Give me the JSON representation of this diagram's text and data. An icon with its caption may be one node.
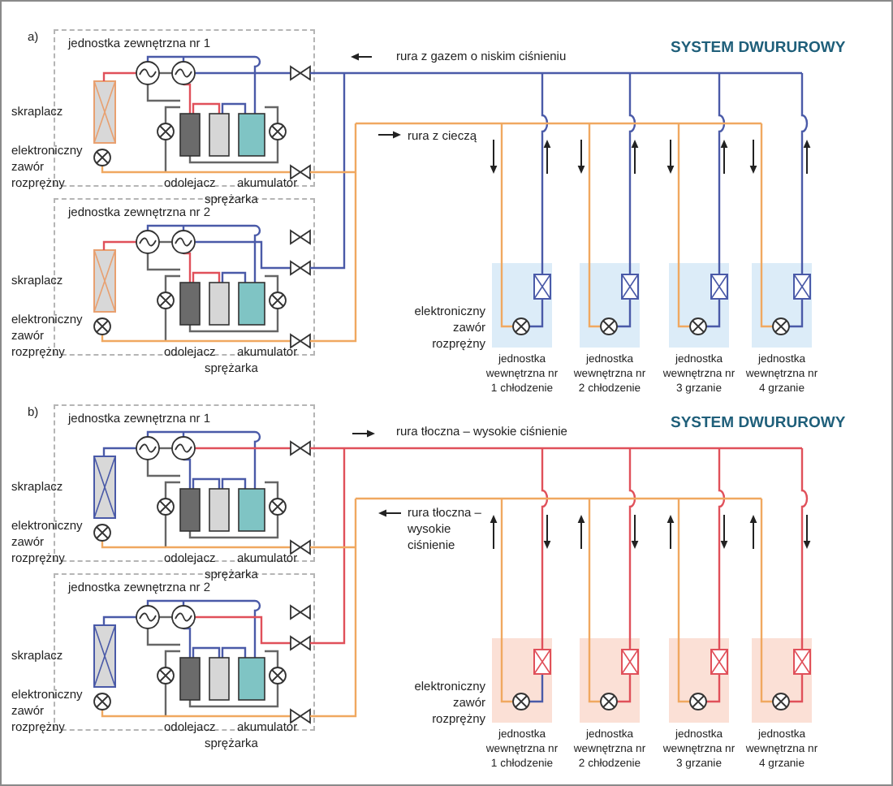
{
  "diagram": {
    "nodes": [
      {
        "text": [
          "jednostka zewnętrzna nr 1"
        ]
      },
      {
        "text": [
          "jednostka zewnętrzna nr 2"
        ]
      },
      {
        "text": [
          "jednostka wewnętrzna nr 1 chłodzenie"
        ]
      },
      {
        "text": [
          "jednostka wewnętrzna nr 2 chłodzenie"
        ]
      },
      {
        "text": [
          "jednostka wewnętrzna nr 3 grzanie"
        ]
      },
      {
        "text": [
          "jednostka wewnętrzna nr 4 grzanie"
        ]
      },
      {
        "text": [
          "jednostka zewnętrzna nr 1"
        ]
      },
      {
        "text": [
          "jednostka zewnętrzna nr 2"
        ]
      },
      {
        "text": [
          "jednostka wewnętrzna nr 1 chłodzenie"
        ]
      },
      {
        "text": [
          "jednostka wewnętrzna nr 2 chłodzenie"
        ]
      },
      {
        "text": [
          "jednostka wewnętrzna nr 3 grzanie"
        ]
      },
      {
        "text": [
          "jednostka wewnętrzna nr 4 grzanie"
        ]
      }
    ],
    "edges": [
      {
        "from": 0,
        "to": 2,
        "arrow": "none",
        "color": "#4a5aa8"
      },
      {
        "from": 0,
        "to": 3,
        "arrow": "none",
        "color": "#4a5aa8"
      },
      {
        "from": 0,
        "to": 4,
        "arrow": "none",
        "color": "#4a5aa8"
      },
      {
        "from": 0,
        "to": 5,
        "arrow": "none",
        "color": "#4a5aa8"
      },
      {
        "from": 1,
        "to": 2,
        "arrow": "none",
        "color": "#4a5aa8"
      },
      {
        "from": 1,
        "to": 3,
        "arrow": "none",
        "color": "#4a5aa8"
      },
      {
        "from": 1,
        "to": 4,
        "arrow": "none",
        "color": "#4a5aa8"
      },
      {
        "from": 1,
        "to": 5,
        "arrow": "none",
        "color": "#4a5aa8"
      },
      {
        "from": 0,
        "to": 2,
        "arrow": "none",
        "color": "#f0a860"
      },
      {
        "from": 0,
        "to": 3,
        "arrow": "none",
        "color": "#f0a860"
      },
      {
        "from": 0,
        "to": 4,
        "arrow": "none",
        "color": "#f0a860"
      },
      {
        "from": 0,
        "to": 5,
        "arrow": "none",
        "color": "#f0a860"
      },
      {
        "from": 1,
        "to": 2,
        "arrow": "none",
        "color": "#f0a860"
      },
      {
        "from": 1,
        "to": 3,
        "arrow": "none",
        "color": "#f0a860"
      },
      {
        "from": 1,
        "to": 4,
        "arrow": "none",
        "color": "#f0a860"
      },
      {
        "from": 1,
        "to": 5,
        "arrow": "none",
        "color": "#f0a860"
      },
      {
        "from": 6,
        "to": 8,
        "arrow": "none",
        "color": "#e0505a"
      },
      {
        "from": 6,
        "to": 9,
        "arrow": "none",
        "color": "#e0505a"
      },
      {
        "from": 6,
        "to": 10,
        "arrow": "none",
        "color": "#e0505a"
      },
      {
        "from": 6,
        "to": 11,
        "arrow": "none",
        "color": "#e0505a"
      },
      {
        "from": 7,
        "to": 8,
        "arrow": "none",
        "color": "#e0505a"
      },
      {
        "from": 7,
        "to": 9,
        "arrow": "none",
        "color": "#e0505a"
      },
      {
        "from": 7,
        "to": 10,
        "arrow": "none",
        "color": "#e0505a"
      },
      {
        "from": 7,
        "to": 11,
        "arrow": "none",
        "color": "#e0505a"
      },
      {
        "from": 6,
        "to": 8,
        "arrow": "none",
        "color": "#f0a860"
      },
      {
        "from": 6,
        "to": 9,
        "arrow": "none",
        "color": "#f0a860"
      },
      {
        "from": 6,
        "to": 10,
        "arrow": "none",
        "color": "#f0a860"
      },
      {
        "from": 6,
        "to": 11,
        "arrow": "none",
        "color": "#f0a860"
      },
      {
        "from": 7,
        "to": 8,
        "arrow": "none",
        "color": "#f0a860"
      },
      {
        "from": 7,
        "to": 9,
        "arrow": "none",
        "color": "#f0a860"
      },
      {
        "from": 7,
        "to": 10,
        "arrow": "none",
        "color": "#f0a860"
      },
      {
        "from": 7,
        "to": 11,
        "arrow": "none",
        "color": "#f0a860"
      }
    ],
    "labels": [
      "a)",
      "skraplacz",
      "elektroniczny zawór rozprężny",
      "odolejacz",
      "akumulator",
      "sprężarka",
      "rura z gazem o niskim ciśnieniu",
      "SYSTEM DWURUROWY",
      "rura z cieczą",
      "skraplacz",
      "elektroniczny zawór rozprężny",
      "odolejacz",
      "akumulator",
      "sprężarka",
      "elektroniczny zawór rozprężny",
      "b)",
      "skraplacz",
      "elektroniczny zawór rozprężny",
      "odolejacz",
      "akumulator",
      "sprężarka",
      "rura tłoczna – wysokie ciśnienie",
      "SYSTEM DWURUROWY",
      "rura tłoczna – wysokie ciśnienie",
      "skraplacz",
      "elektroniczny zawór rozprężny",
      "odolejacz",
      "akumulator",
      "sprężarka",
      "elektroniczny zawór rozprężny"
    ]
  }
}
